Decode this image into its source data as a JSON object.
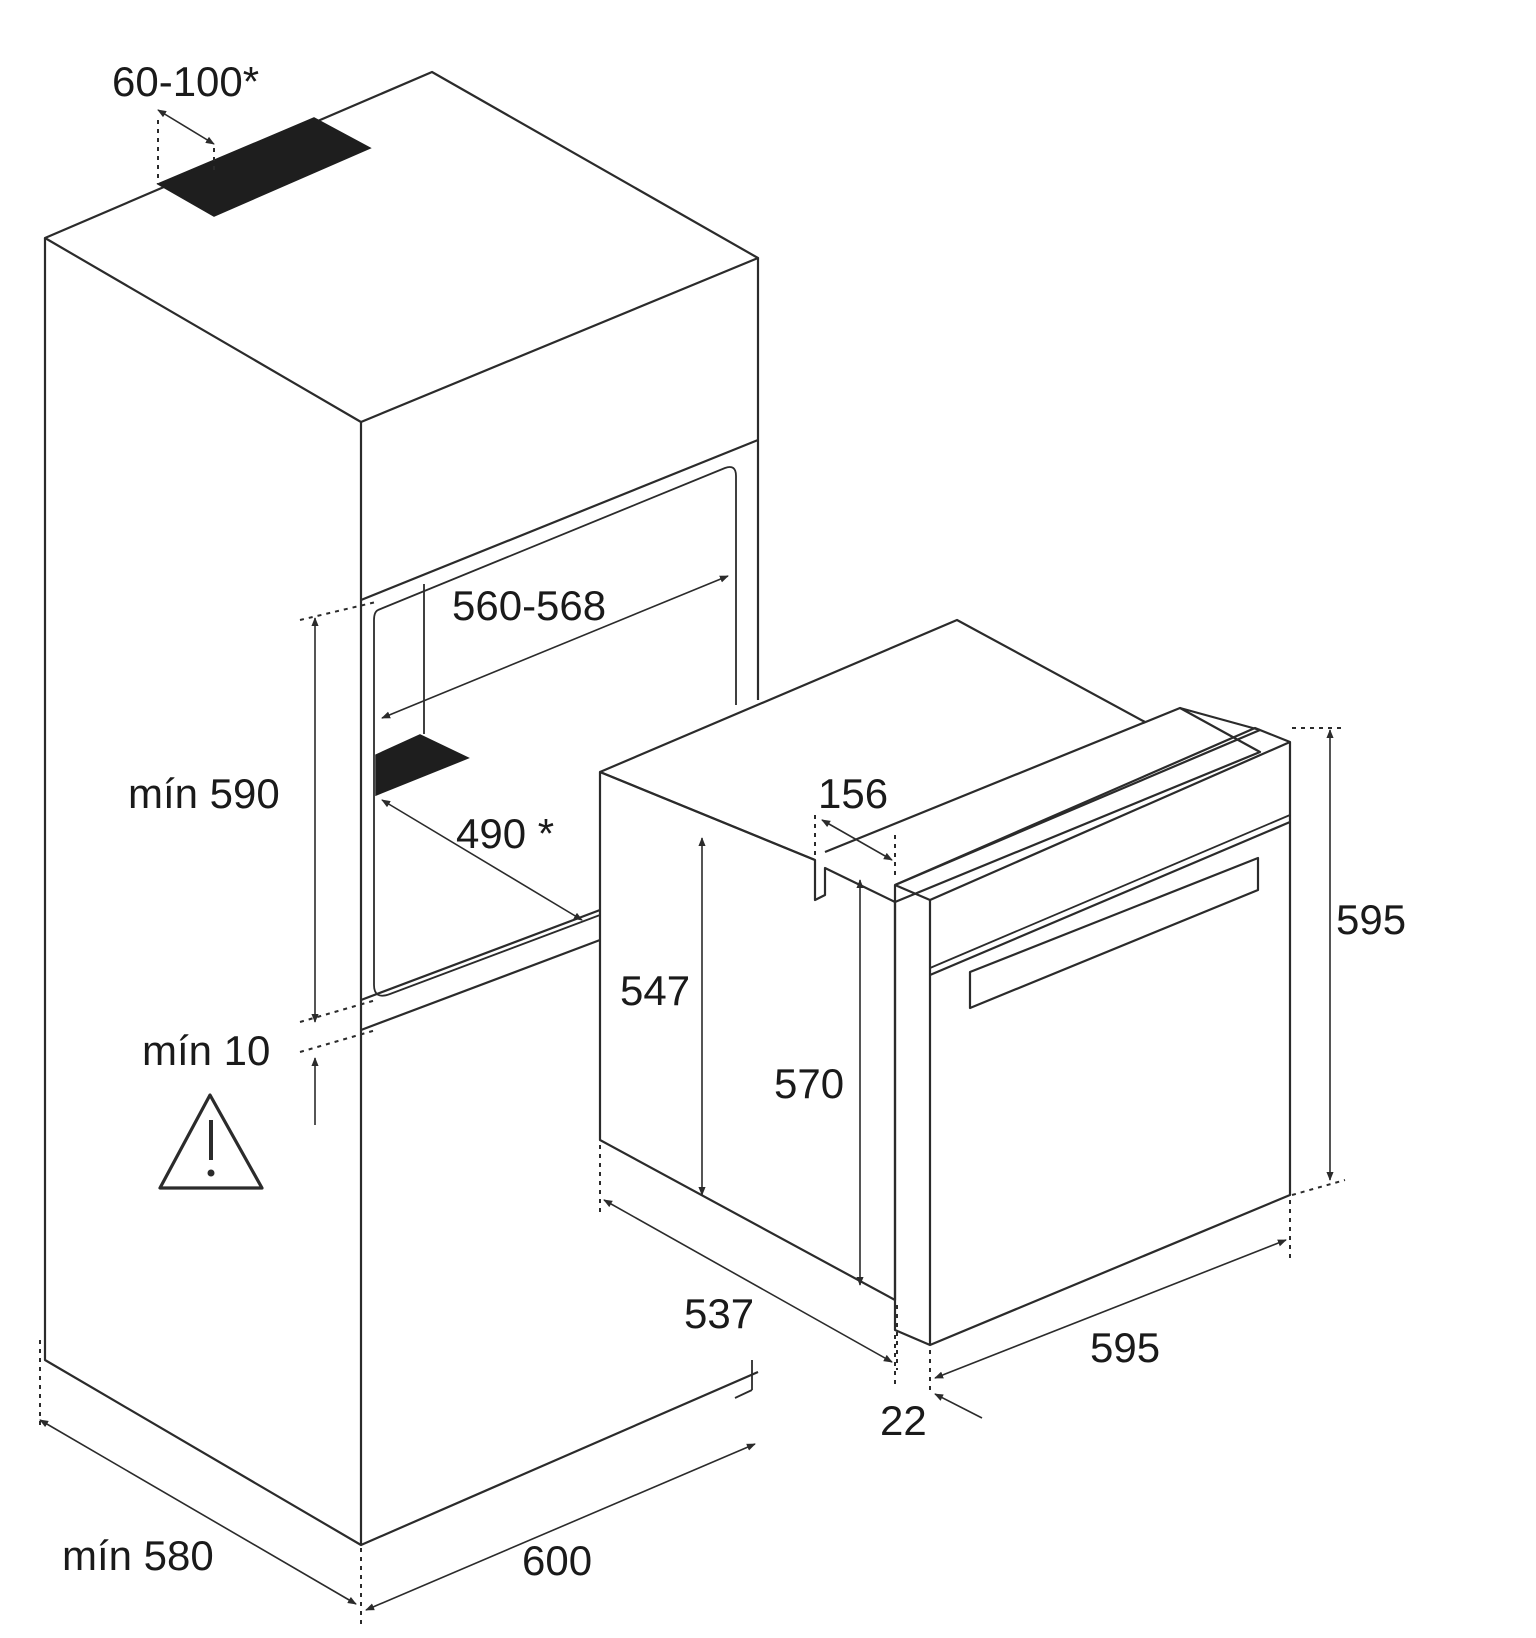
{
  "dimensions": {
    "vent_gap": "60-100*",
    "niche_width": "560-568",
    "niche_height": "mín 590",
    "niche_depth": "490 *",
    "bottom_gap": "mín 10",
    "cabinet_depth": "mín 580",
    "cabinet_width": "600",
    "oven_body_depth": "537",
    "oven_body_height_front": "547",
    "oven_body_height": "570",
    "oven_top_recess": "156",
    "oven_front_height": "595",
    "oven_front_width": "595",
    "door_thickness": "22"
  },
  "icons": {
    "warning": "warning-triangle-icon"
  }
}
